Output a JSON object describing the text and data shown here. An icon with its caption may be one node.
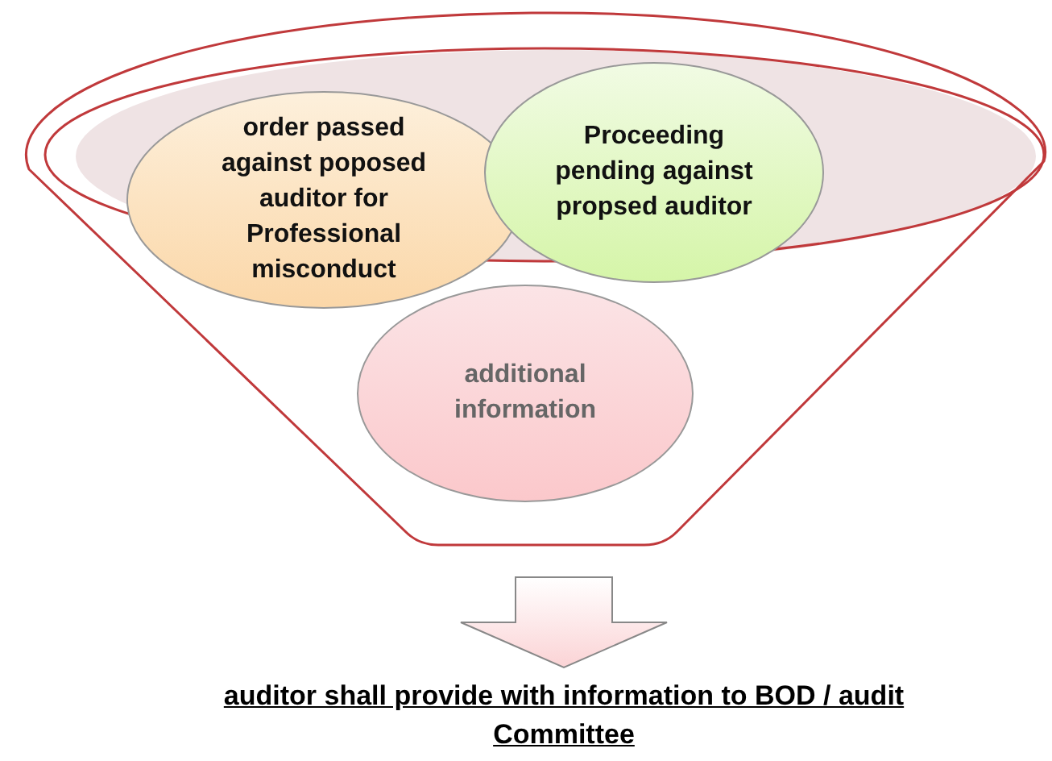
{
  "diagram": {
    "nodes": [
      {
        "text": [],
        "shape": "funnel"
      },
      {
        "text": [
          "order passed against poposed auditor for Professional misconduct"
        ],
        "in": 0
      },
      {
        "text": [
          "Proceeding pending against propsed auditor"
        ],
        "in": 0
      },
      {
        "text": [
          "additional information"
        ],
        "in": 0
      },
      {
        "text": [
          "auditor shall provide with information to BOD / audit Committee"
        ]
      }
    ],
    "edges": [
      {
        "from": 0,
        "to": 4,
        "arrow": "to"
      }
    ]
  }
}
